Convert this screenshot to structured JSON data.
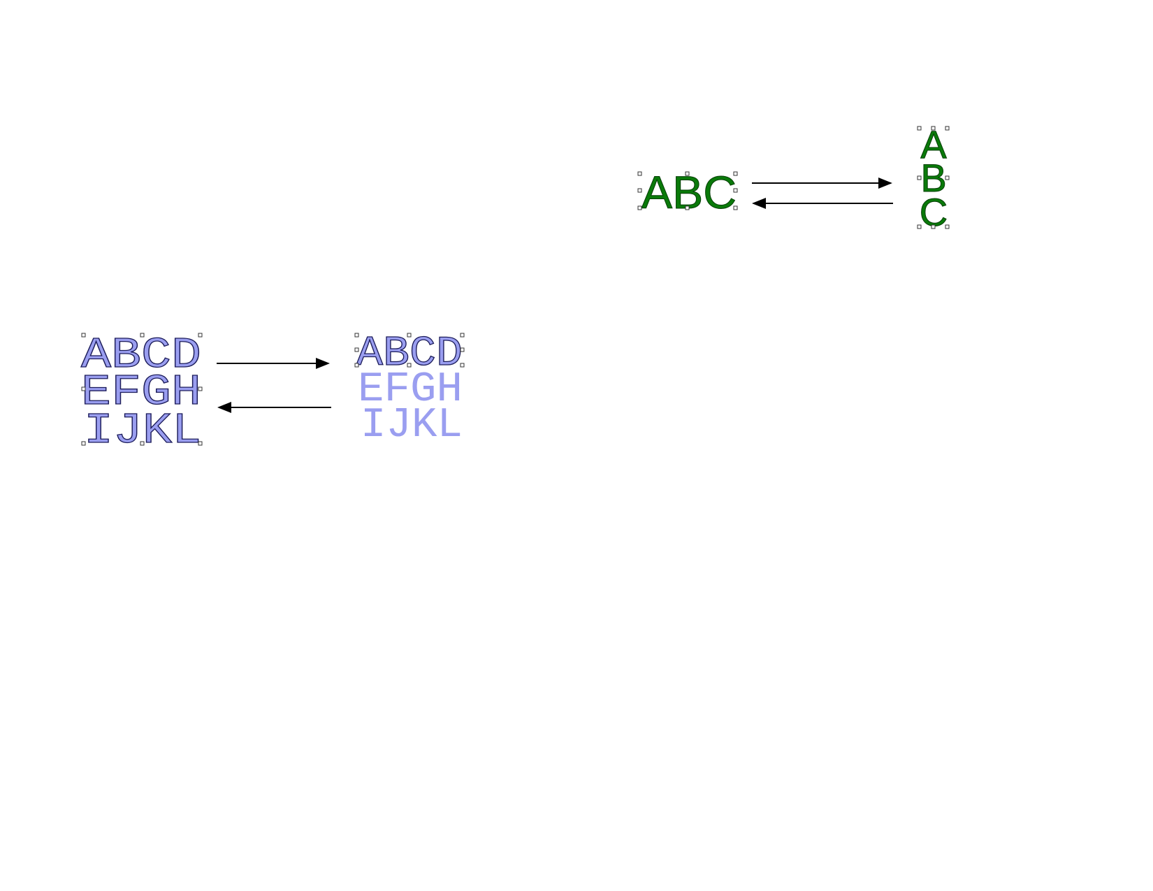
{
  "left_example": {
    "before": {
      "lines": [
        "ABCD",
        "EFGH",
        "IJKL"
      ]
    },
    "after": {
      "lines": [
        "ABCD",
        "EFGH",
        "IJKL"
      ]
    }
  },
  "right_example": {
    "before": {
      "text": "ABC"
    },
    "after": {
      "letters": [
        "A",
        "B",
        "C"
      ]
    }
  },
  "colors": {
    "outline_text": "#9a9ef0",
    "green_text": "#0a7a0a"
  }
}
